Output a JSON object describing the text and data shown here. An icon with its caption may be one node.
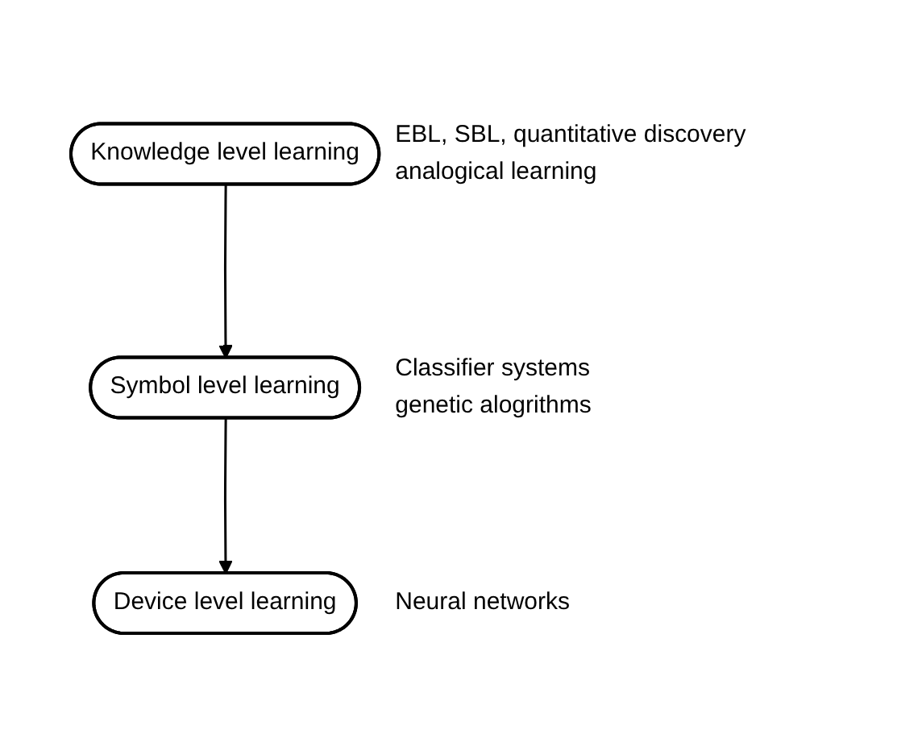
{
  "diagram": {
    "nodes": [
      {
        "text": [
          "Knowledge level learning"
        ],
        "beside": [
          "EBL, SBL, quantitative discovery",
          "analogical learning"
        ]
      },
      {
        "text": [
          "Symbol level learning"
        ],
        "beside": [
          "Classifier systems",
          "genetic alogrithms"
        ]
      },
      {
        "text": [
          "Device level learning"
        ],
        "beside": [
          "Neural networks"
        ]
      }
    ],
    "edges": [
      {
        "from": 0,
        "to": 1,
        "arrow": "to"
      },
      {
        "from": 1,
        "to": 2,
        "arrow": "to"
      }
    ]
  }
}
